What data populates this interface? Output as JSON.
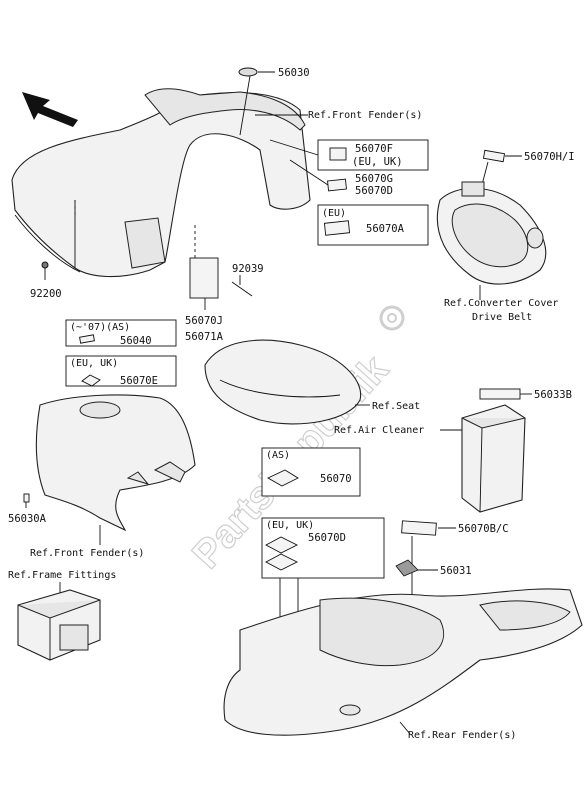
{
  "watermark": "PartsRepublik",
  "parts": {
    "p56030": "56030",
    "p56070FI": "56070F",
    "p56070FII": "(EU, UK)",
    "p56070G": "56070G",
    "p56070D_top": "56070D",
    "p56070A": "56070A",
    "p56070HI": "56070H/I",
    "p92200": "92200",
    "p92039": "92039",
    "p56070J": "56070J",
    "p56071A": "56071A",
    "p56040": "56040",
    "p56070E": "56070E",
    "p56030A": "56030A",
    "p56033B": "56033B",
    "p56070": "56070",
    "p56070BC": "56070B/C",
    "p56070D_bottom": "56070D",
    "p56031": "56031"
  },
  "refs": {
    "front_fender_top": "Ref.Front Fender(s)",
    "converter_cover_1": "Ref.Converter Cover",
    "converter_cover_2": "Drive Belt",
    "seat": "Ref.Seat",
    "air_cleaner": "Ref.Air Cleaner",
    "front_fender_bottom": "Ref.Front Fender(s)",
    "frame_fittings": "Ref.Frame Fittings",
    "rear_fender": "Ref.Rear Fender(s)"
  },
  "boxes": {
    "eu_top": "(EU)",
    "as07": "(~'07)(AS)",
    "eu_uk_mid": "(EU, UK)",
    "as_bottom": "(AS)",
    "eu_uk_bottom": "(EU, UK)"
  },
  "icons": {
    "direction": "arrow-up-left-icon"
  }
}
